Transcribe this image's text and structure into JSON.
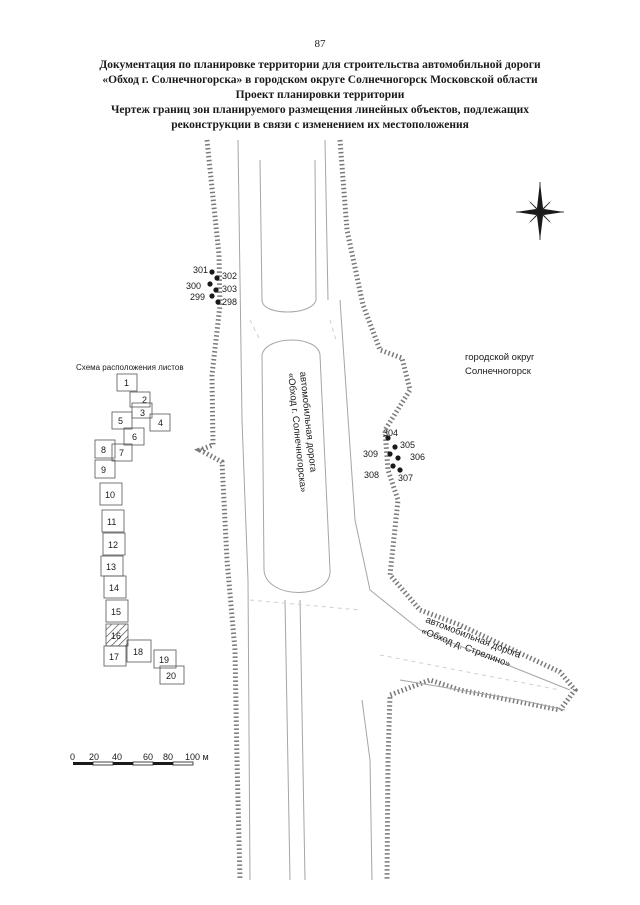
{
  "page": {
    "number": "87"
  },
  "title": {
    "line1": "Документация по планировке территории для строительства автомобильной дороги",
    "line2": "«Обход г. Солнечногорска» в городском округе Солнечногорск Московской области",
    "line3": "Проект планировки территории",
    "line4": "Чертеж границ зон планируемого размещения линейных объектов, подлежащих",
    "line5": "реконструкции в связи с изменением их местоположения"
  },
  "map": {
    "district_label_line1": "городской округ",
    "district_label_line2": "Солнечногорск",
    "road_main_line1": "автомобильная дорога",
    "road_main_line2": "«Обход г. Солнечногорска»",
    "road_branch_line1": "автомобильная дорога",
    "road_branch_line2": "«Обход д. Стрелино»",
    "points_group_a": [
      "301",
      "302",
      "300",
      "303",
      "299",
      "298"
    ],
    "points_group_b": [
      "304",
      "305",
      "309",
      "306",
      "308",
      "307"
    ]
  },
  "sheet_index": {
    "title": "Схема расположения листов",
    "sheets": [
      "1",
      "2",
      "3",
      "4",
      "5",
      "6",
      "7",
      "8",
      "9",
      "10",
      "11",
      "12",
      "13",
      "14",
      "15",
      "16",
      "17",
      "18",
      "19",
      "20"
    ],
    "highlighted": "16"
  },
  "scale_bar": {
    "ticks": [
      "0",
      "20",
      "40",
      "60",
      "80",
      "100 м"
    ]
  },
  "compass": {
    "icon": "compass-rose-icon"
  },
  "colors": {
    "ink": "#1a1a1a",
    "zone_hatch": "#777777",
    "road_edge": "#9a9a9a"
  }
}
